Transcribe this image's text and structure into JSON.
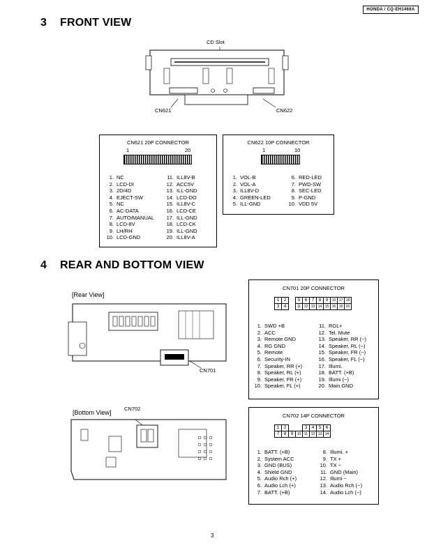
{
  "header": {
    "model_tag": "HONDA / CQ-EH1469A"
  },
  "front_view": {
    "title_num": "3",
    "title": "FRONT VIEW",
    "labels": {
      "cd_slot": "CD Slot",
      "cn621": "CN621",
      "cn622": "CN622"
    },
    "cn621": {
      "title": "CN621 20P CONNECTOR",
      "pin_start": "1",
      "pin_end": "20",
      "left": [
        {
          "n": "1.",
          "name": "NC"
        },
        {
          "n": "2.",
          "name": "LCD-DI"
        },
        {
          "n": "3.",
          "name": "2D/4D"
        },
        {
          "n": "4.",
          "name": "EJECT-SW"
        },
        {
          "n": "5.",
          "name": "NC"
        },
        {
          "n": "6.",
          "name": "AC-DATA"
        },
        {
          "n": "7.",
          "name": "AUTO/MANUAL"
        },
        {
          "n": "8.",
          "name": "LCD-8V"
        },
        {
          "n": "9.",
          "name": "LH/RH"
        },
        {
          "n": "10.",
          "name": "LCD-GND"
        }
      ],
      "right": [
        {
          "n": "11.",
          "name": "ILL8V-B"
        },
        {
          "n": "12.",
          "name": "ACC5V"
        },
        {
          "n": "13.",
          "name": "ILL-GND"
        },
        {
          "n": "14.",
          "name": "LCD-DO"
        },
        {
          "n": "15.",
          "name": "ILL8V-C"
        },
        {
          "n": "16.",
          "name": "LCD-CE"
        },
        {
          "n": "17.",
          "name": "ILL-GND"
        },
        {
          "n": "18.",
          "name": "LCD-CK"
        },
        {
          "n": "19.",
          "name": "ILL-GND"
        },
        {
          "n": "20.",
          "name": "ILL8V-A"
        }
      ]
    },
    "cn622": {
      "title": "CN622  10P  CONNECTOR",
      "pin_start": "1",
      "pin_end": "10",
      "left": [
        {
          "n": "1.",
          "name": "VOL-B"
        },
        {
          "n": "2.",
          "name": "VOL-A"
        },
        {
          "n": "3.",
          "name": "ILL8V-D"
        },
        {
          "n": "4.",
          "name": "GREEN-LED"
        },
        {
          "n": "5.",
          "name": "ILL-GND"
        }
      ],
      "right": [
        {
          "n": "6.",
          "name": "RED-LED"
        },
        {
          "n": "7.",
          "name": "PWD-SW"
        },
        {
          "n": "8.",
          "name": "SEC-LED"
        },
        {
          "n": "9.",
          "name": "P-GND"
        },
        {
          "n": "10.",
          "name": "VDD 5V"
        }
      ]
    }
  },
  "rear_view": {
    "title_num": "4",
    "title": "REAR AND BOTTOM VIEW",
    "labels": {
      "rear": "[Rear View]",
      "bottom": "[Bottom View]",
      "cn701": "CN701",
      "cn702": "CN702"
    },
    "cn701": {
      "title": "CN701 20P CONNECTOR",
      "grid_top": [
        "1",
        "2",
        "",
        "5",
        "6",
        "7",
        "8",
        "9",
        "10",
        "17",
        "18"
      ],
      "grid_bottom": [
        "3",
        "4",
        "",
        "11",
        "12",
        "13",
        "14",
        "15",
        "16",
        "19",
        "20"
      ],
      "left": [
        {
          "n": "1.",
          "name": "SWD +B"
        },
        {
          "n": "2.",
          "name": "ACC"
        },
        {
          "n": "3.",
          "name": "Remote GND"
        },
        {
          "n": "4.",
          "name": "RG GND"
        },
        {
          "n": "5.",
          "name": "Remote"
        },
        {
          "n": "6.",
          "name": "Security-IN"
        },
        {
          "n": "7.",
          "name": "Speaker, RR (+)"
        },
        {
          "n": "8.",
          "name": "Speaker, RL (+)"
        },
        {
          "n": "9.",
          "name": "Speaker, FR (+)"
        },
        {
          "n": "10.",
          "name": "Speaker, FL (+)"
        }
      ],
      "right": [
        {
          "n": "11.",
          "name": "RGL+"
        },
        {
          "n": "12.",
          "name": "Tel. Mute"
        },
        {
          "n": "13.",
          "name": "Speaker, RR (−)"
        },
        {
          "n": "14.",
          "name": "Speaker, RL (−)"
        },
        {
          "n": "15.",
          "name": "Speaker, FR (−)"
        },
        {
          "n": "16.",
          "name": "Speaker, FL (−)"
        },
        {
          "n": "17.",
          "name": "Illumi."
        },
        {
          "n": "18.",
          "name": "BATT. (+B)"
        },
        {
          "n": "19.",
          "name": "Illumi (−)"
        },
        {
          "n": "20.",
          "name": "Main GND"
        }
      ]
    },
    "cn702": {
      "title": "CN702  14P CONNECTOR",
      "grid_top": [
        "1",
        "2",
        "",
        "",
        "3",
        "4",
        "5",
        "6"
      ],
      "grid_bottom": [
        "7",
        "8",
        "9",
        "10",
        "11",
        "12",
        "13",
        "14"
      ],
      "left": [
        {
          "n": "1.",
          "name": "BATT. (+B)"
        },
        {
          "n": "2.",
          "name": "System ACC"
        },
        {
          "n": "3.",
          "name": "GND (BUS)"
        },
        {
          "n": "4.",
          "name": "Shield GND"
        },
        {
          "n": "5.",
          "name": "Audio Rch (+)"
        },
        {
          "n": "6.",
          "name": "Audio Lch (+)"
        },
        {
          "n": "7.",
          "name": "BATT. (+B)"
        }
      ],
      "right": [
        {
          "n": "8.",
          "name": "Illumi. +"
        },
        {
          "n": "9.",
          "name": "TX +"
        },
        {
          "n": "10.",
          "name": "TX −"
        },
        {
          "n": "11.",
          "name": "GND (Main)"
        },
        {
          "n": "12.",
          "name": "Illumi −"
        },
        {
          "n": "13.",
          "name": "Audio Rch (−)"
        },
        {
          "n": "14.",
          "name": "Audio Lch (−)"
        }
      ]
    }
  },
  "footer": {
    "page_number": "3"
  }
}
